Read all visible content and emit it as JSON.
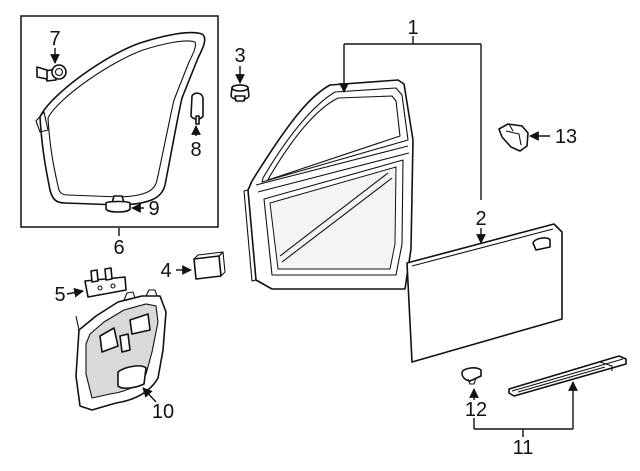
{
  "callouts": [
    {
      "id": "1",
      "text": "1"
    },
    {
      "id": "2",
      "text": "2"
    },
    {
      "id": "3",
      "text": "3"
    },
    {
      "id": "4",
      "text": "4"
    },
    {
      "id": "5",
      "text": "5"
    },
    {
      "id": "6",
      "text": "6"
    },
    {
      "id": "7",
      "text": "7"
    },
    {
      "id": "8",
      "text": "8"
    },
    {
      "id": "9",
      "text": "9"
    },
    {
      "id": "10",
      "text": "10"
    },
    {
      "id": "11",
      "text": "11"
    },
    {
      "id": "12",
      "text": "12"
    },
    {
      "id": "13",
      "text": "13"
    }
  ],
  "parts": [
    "door-weatherstrip",
    "clip",
    "door-shell",
    "outer-skin-panel",
    "check-plug",
    "hinge-bracket",
    "module-panel",
    "belt-molding",
    "molding-clip",
    "bumper-plug",
    "foam-pad",
    "retainer-clip"
  ]
}
